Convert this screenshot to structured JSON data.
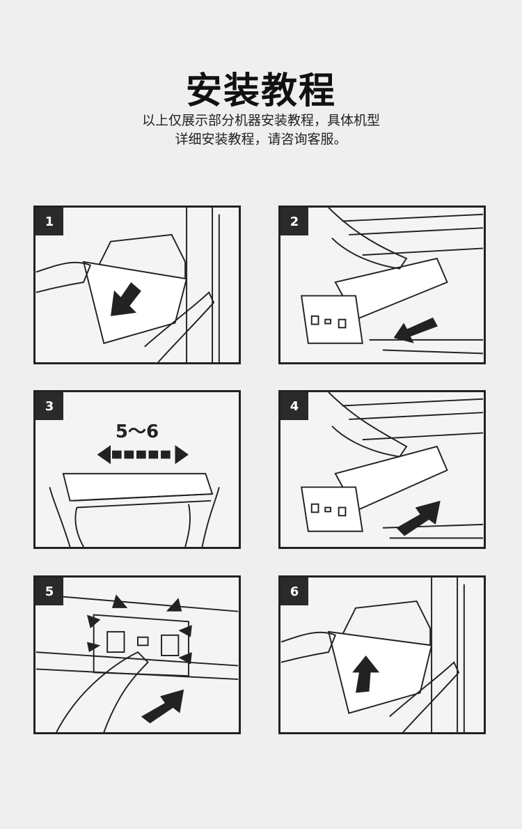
{
  "title": "安装教程",
  "subtitle_lines": [
    "以上仅展示部分机器安装教程，具体机型",
    "详细安装教程，请咨询客服。"
  ],
  "steps": [
    {
      "number": "1",
      "arrow": "down-left"
    },
    {
      "number": "2",
      "arrow": "left"
    },
    {
      "number": "3",
      "label": "5～6",
      "arrow": "left-right"
    },
    {
      "number": "4",
      "arrow": "up-right"
    },
    {
      "number": "5",
      "arrow": "up-right"
    },
    {
      "number": "6",
      "arrow": "up"
    }
  ]
}
